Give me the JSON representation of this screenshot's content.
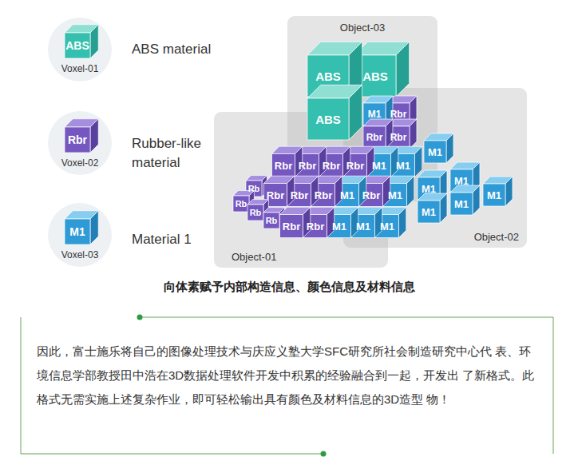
{
  "diagram": {
    "caption": "向体素赋予内部构造信息、颜色信息及材料信息",
    "nodes": [
      {
        "text": [
          "ABS",
          "Voxel-01"
        ]
      },
      {
        "text": [
          "Rbr",
          "Voxel-02"
        ]
      },
      {
        "text": [
          "M1",
          "Voxel-03"
        ]
      },
      {
        "text": [
          "Object-03"
        ]
      },
      {
        "text": [
          "Object-02"
        ]
      },
      {
        "text": [
          "Object-01"
        ]
      },
      {
        "text": [
          "因此，富士施乐将自己的图像处理技术与庆应义塾大学SFC研究所社会制造研究中心代 表、环境信息学部教授田中浩在3D数据处理软件开发中积累的经验融合到一起，开发出 了新格式。此格式无需实施上述复杂作业，即可轻松输出具有颜色及材料信息的3D造型 物！"
        ]
      }
    ],
    "labels": [
      "ABS material",
      "Rubber-like material",
      "Material 1",
      "ABS",
      "ABS",
      "ABS",
      "M1",
      "Rbr",
      "Rbr",
      "Rbr",
      "Rbr",
      "Rbr",
      "Rbr",
      "Rbr",
      "M1",
      "M1",
      "M1",
      "M1",
      "M1",
      "M1",
      "M1",
      "M1",
      "Rb",
      "Rbr",
      "Rbr",
      "Rbr",
      "M1",
      "Rbr",
      "M1",
      "Rb",
      "Rb",
      "Rb",
      "Rbr",
      "Rbr",
      "M1",
      "M1",
      "M1"
    ]
  }
}
